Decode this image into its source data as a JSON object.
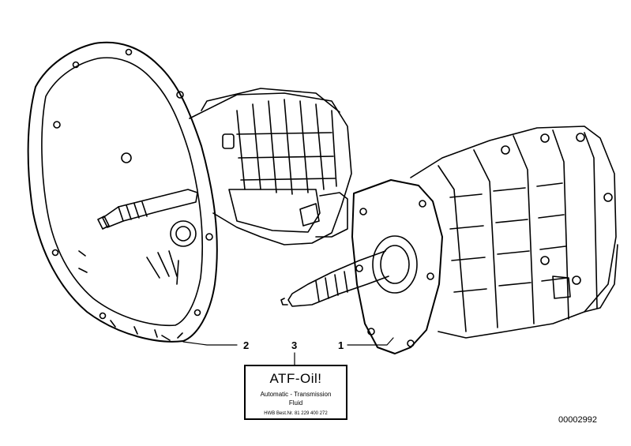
{
  "callouts": [
    {
      "number": "1"
    },
    {
      "number": "2"
    },
    {
      "number": "3"
    }
  ],
  "label": {
    "title": "ATF-Oil!",
    "line1": "Automatic - Transmission",
    "line2": "Fluid",
    "part_number": "HWB Best.Nr. 81 229 400 272"
  },
  "diagram_id": "00002992"
}
